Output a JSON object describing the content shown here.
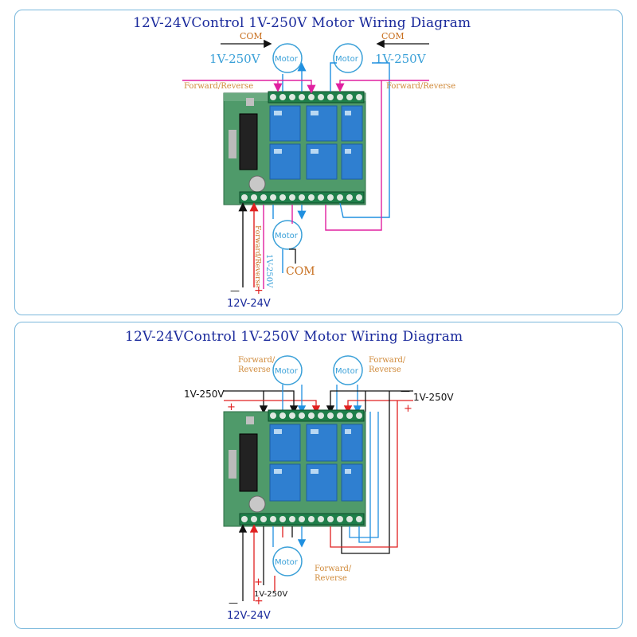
{
  "diagrams": [
    {
      "title": "12V-24VControl 1V-250V Motor Wiring Diagram",
      "com_top_left": "COM",
      "com_top_right": "COM",
      "volt_left": "1V-250V",
      "volt_right": "1V-250V",
      "motor_label": "Motor",
      "fr_left": "Forward/Reverse",
      "fr_right": "Forward/Reverse",
      "fr_vertical": "Forward/Reverse",
      "volt_vertical": "1V-250V",
      "com_bottom": "COM",
      "minus": "—",
      "plus": "+",
      "supply": "12V-24V"
    },
    {
      "title": "12V-24VControl 1V-250V Motor Wiring Diagram",
      "motor_label": "Motor",
      "fr_left_1": "Forward/",
      "fr_left_2": "Reverse",
      "fr_right_1": "Forward/",
      "fr_right_2": "Reverse",
      "fr_bottom_1": "Forward/",
      "fr_bottom_2": "Reverse",
      "volt_left": "1V-250V",
      "volt_right": "1V-250V",
      "volt_bottom": "1V-250V",
      "minus": "—",
      "plus": "+",
      "supply": "12V-24V"
    }
  ],
  "colors": {
    "border": "#7ab8dc",
    "title": "#1a2a9c",
    "com_label": "#c87020",
    "volt_label": "#3aa0d8",
    "fr_label": "#d08a3a",
    "magenta_wire": "#e020a0",
    "blue_wire": "#2090e0",
    "red_wire": "#e02020",
    "black_wire": "#111111",
    "board": "#4f9a6a",
    "relay": "#2f7fd0"
  },
  "icons": [
    "motor-icon",
    "relay-board",
    "arrow-icon"
  ]
}
